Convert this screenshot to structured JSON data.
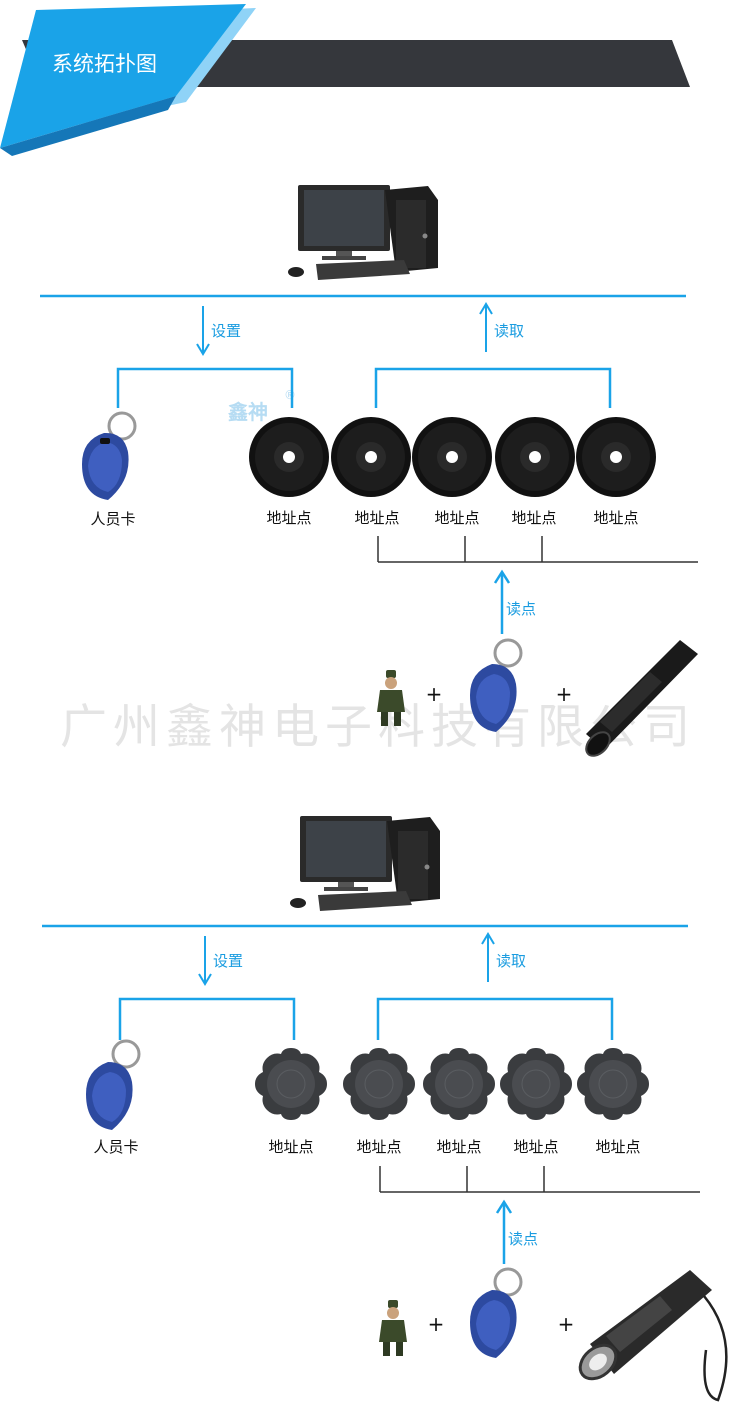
{
  "header": {
    "title": "系统拓扑图",
    "colors": {
      "accent": "#1aa3e8",
      "dark_bar": "#35373c"
    }
  },
  "watermark": "广州鑫神电子科技有限公司",
  "brand": {
    "text": "鑫神",
    "mark": "®"
  },
  "diagrams": [
    {
      "set_label": "设置",
      "read_label": "读取",
      "card_label": "人员卡",
      "checkpoint_labels": [
        "地址点",
        "地址点",
        "地址点",
        "地址点",
        "地址点"
      ],
      "read_point_label": "读点",
      "plus_signs": [
        "+",
        "+"
      ]
    },
    {
      "set_label": "设置",
      "read_label": "读取",
      "card_label": "人员卡",
      "checkpoint_labels": [
        "地址点",
        "地址点",
        "地址点",
        "地址点",
        "地址点"
      ],
      "read_point_label": "读点",
      "plus_signs": [
        "+",
        "+"
      ]
    }
  ]
}
